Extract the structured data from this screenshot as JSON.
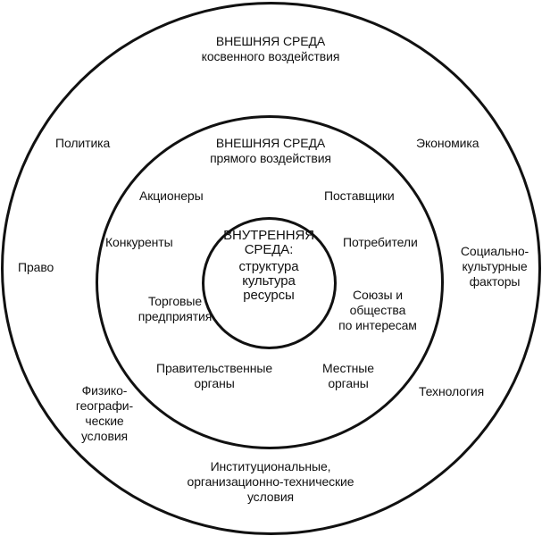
{
  "outer": {
    "title": "ВНЕШНЯЯ СРЕДА",
    "subtitle": "косвенного воздействия",
    "factors": {
      "politics": "Политика",
      "economics": "Экономика",
      "law": "Право",
      "sociocultural": "Социально-\nкультурные\nфакторы",
      "physgeo": "Физико-\nгеографи-\nческие\nусловия",
      "technology": "Технология",
      "institutional": "Институциональные,\nорганизационно-технические\nусловия"
    }
  },
  "middle": {
    "title": "ВНЕШНЯЯ СРЕДА",
    "subtitle": "прямого воздействия",
    "factors": {
      "shareholders": "Акционеры",
      "suppliers": "Поставщики",
      "competitors": "Конкуренты",
      "consumers": "Потребители",
      "trade": "Торговые\nпредприятия",
      "unions": "Союзы и\nобщества\nпо интересам",
      "government": "Правительственные\nорганы",
      "local": "Местные\nорганы"
    }
  },
  "inner": {
    "title": "ВНУТРЕННЯЯ\nСРЕДА:",
    "items": "структура\nкультура\nресурсы"
  }
}
